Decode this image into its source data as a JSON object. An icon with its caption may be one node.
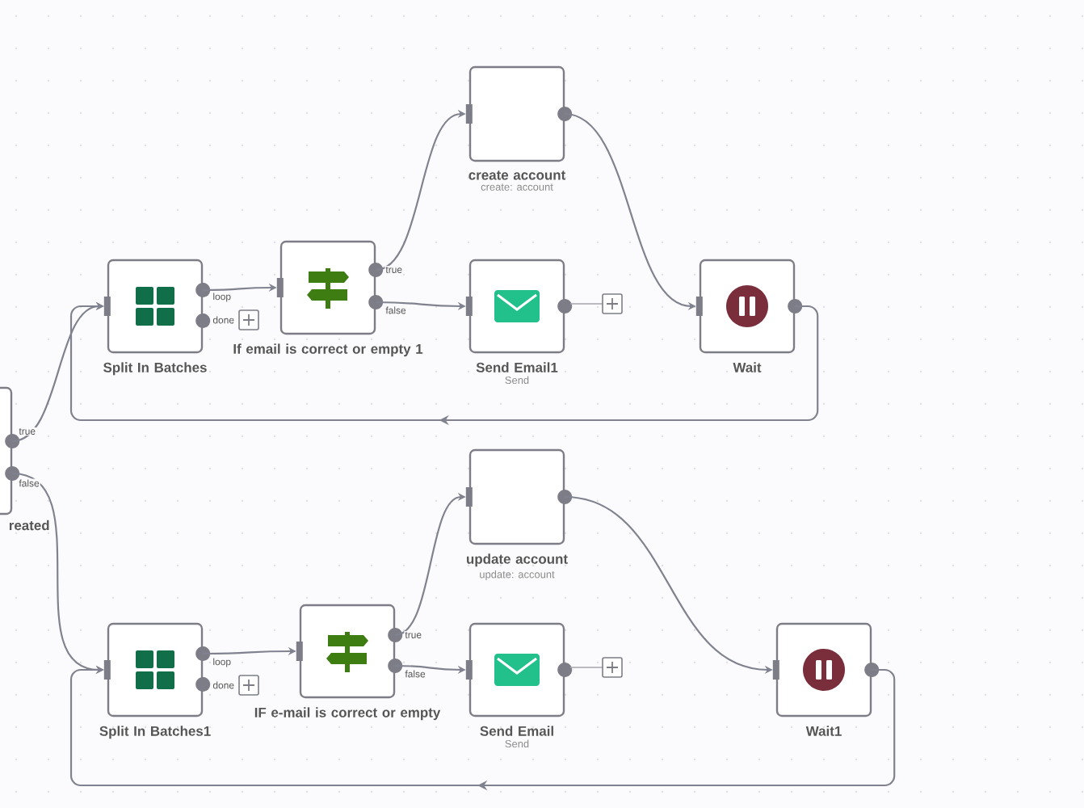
{
  "diagram": {
    "nodes": [
      {
        "text": [
          "reated"
        ]
      },
      {
        "text": [
          "Split In Batches"
        ]
      },
      {
        "text": [
          "If email is correct or empty 1"
        ]
      },
      {
        "text": [
          "create account",
          "create: account"
        ]
      },
      {
        "text": [
          "Send Email1",
          "Send"
        ]
      },
      {
        "text": [
          "Wait"
        ]
      },
      {
        "text": [
          "Split In Batches1"
        ]
      },
      {
        "text": [
          "IF e-mail is correct or empty"
        ]
      },
      {
        "text": [
          "update account",
          "update: account"
        ]
      },
      {
        "text": [
          "Send Email",
          "Send"
        ]
      },
      {
        "text": [
          "Wait1"
        ]
      }
    ],
    "edges": [
      {
        "from": 0,
        "to": 1,
        "arrow": "to"
      },
      {
        "from": 1,
        "to": 2,
        "arrow": "to"
      },
      {
        "from": 2,
        "to": 3,
        "arrow": "to"
      },
      {
        "from": 2,
        "to": 4,
        "arrow": "to"
      },
      {
        "from": 3,
        "to": 5,
        "arrow": "to"
      },
      {
        "from": 5,
        "to": 1,
        "arrow": "to"
      },
      {
        "from": 0,
        "to": 6,
        "arrow": "to"
      },
      {
        "from": 6,
        "to": 7,
        "arrow": "to"
      },
      {
        "from": 7,
        "to": 8,
        "arrow": "to"
      },
      {
        "from": 7,
        "to": 9,
        "arrow": "to"
      },
      {
        "from": 8,
        "to": 10,
        "arrow": "to"
      },
      {
        "from": 10,
        "to": 6,
        "arrow": "to"
      }
    ],
    "labels": [
      "loop",
      "done",
      "true",
      "false",
      "true",
      "false",
      "loop",
      "done",
      "true",
      "false"
    ]
  }
}
